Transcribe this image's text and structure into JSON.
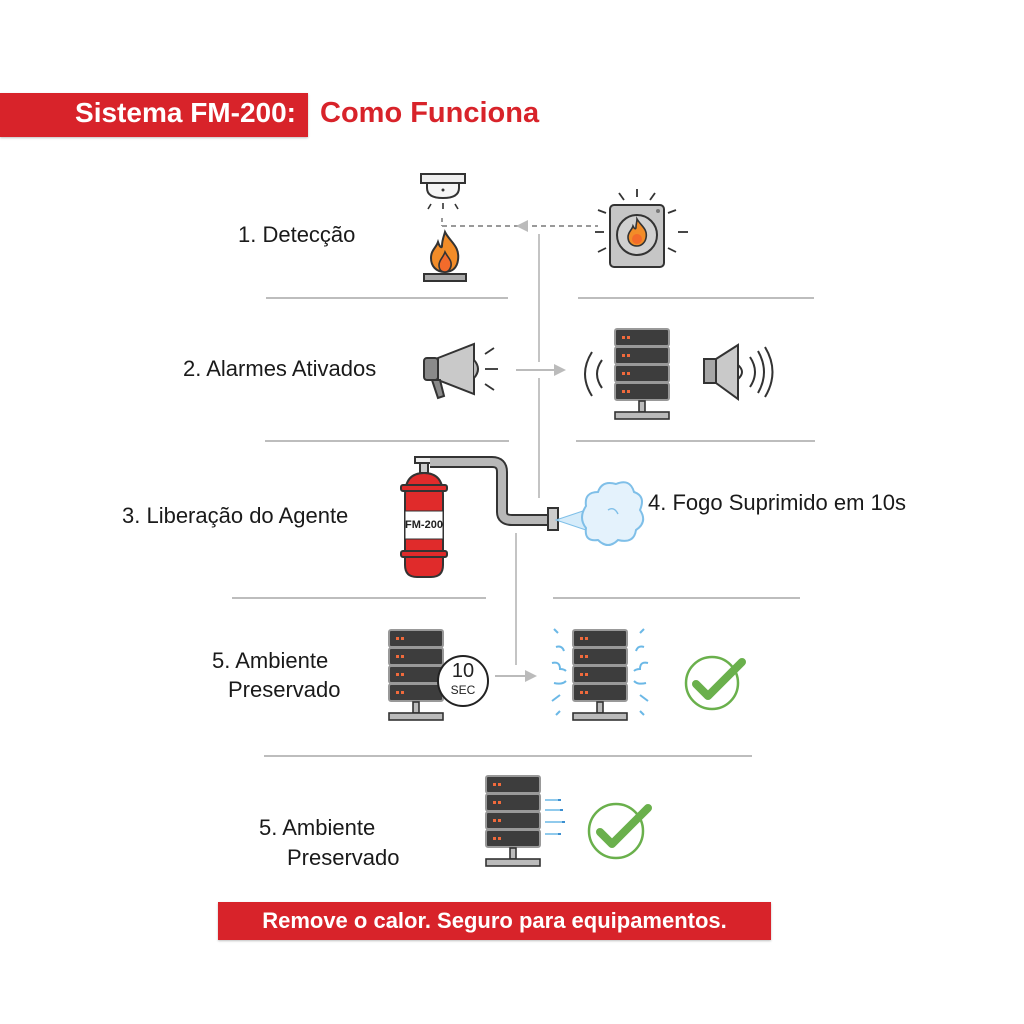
{
  "header": {
    "title_part1": "Sistema FM-200:",
    "title_part2": "Como Funciona"
  },
  "steps": [
    {
      "label": "1. Detecção",
      "icons": [
        "smoke-detector-icon",
        "fire-icon",
        "fire-alarm-panel-icon"
      ]
    },
    {
      "label": "2. Alarmes Ativados",
      "icons": [
        "megaphone-icon",
        "server-rack-icon",
        "speaker-icon"
      ]
    },
    {
      "label": "3. Liberação do Agente",
      "cylinder_label": "FM-200",
      "icons": [
        "fm200-cylinder-icon",
        "pipe-icon",
        "gas-cloud-icon"
      ]
    },
    {
      "label": "4. Fogo Suprimido em 10s"
    },
    {
      "label_line1": "5. Ambiente",
      "label_line2": "Preservado",
      "timer_value": "10",
      "timer_unit": "SEC",
      "icons": [
        "server-rack-icon",
        "timer-icon",
        "cooled-server-icon",
        "check-circle-icon"
      ]
    },
    {
      "label_line1": "5. Ambiente",
      "label_line2": "Preservado",
      "icons": [
        "server-rack-icon",
        "airflow-icon",
        "check-circle-icon"
      ]
    }
  ],
  "footer": {
    "text": "Remove o calor. Seguro para equipamentos."
  },
  "colors": {
    "brand_red": "#d8232a",
    "cylinder_red": "#e02b2b",
    "flame_orange": "#f28c28",
    "check_green": "#6ab04c",
    "cloud_blue": "#a9d4f0",
    "server_dark": "#3d3d3d",
    "led_orange": "#f06a3c"
  }
}
